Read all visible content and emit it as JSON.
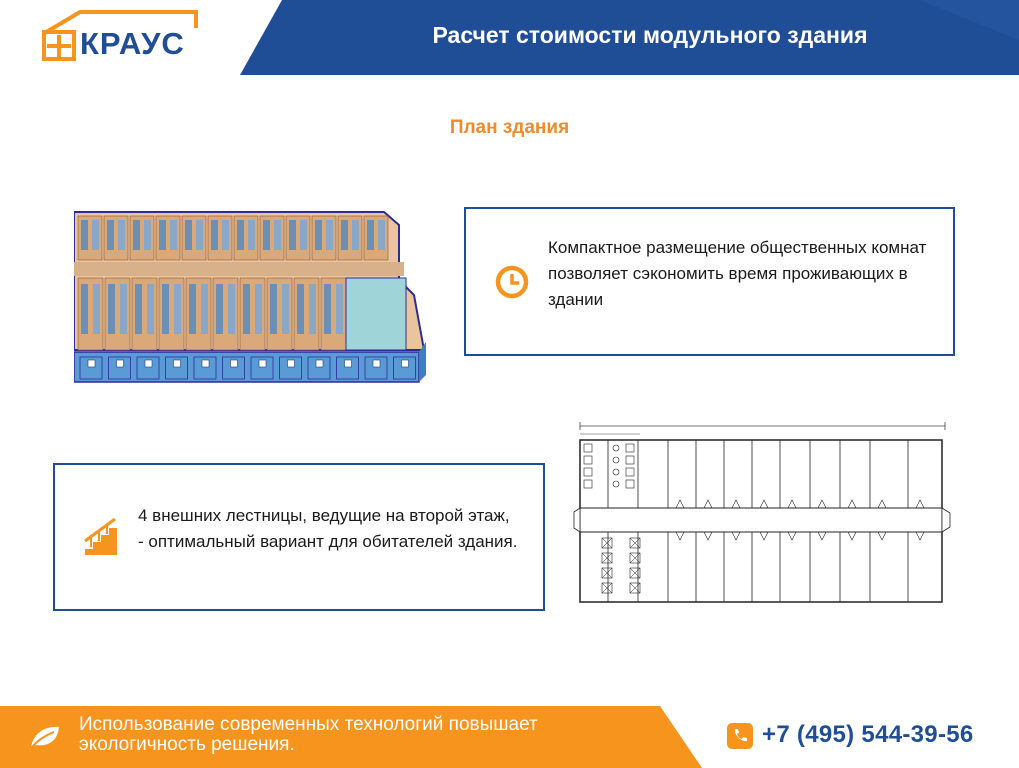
{
  "brand": {
    "logo_text": "КРАУС"
  },
  "header": {
    "title": "Расчет стоимости модульного здания"
  },
  "section": {
    "title": "План здания"
  },
  "features": [
    {
      "icon": "clock-icon",
      "text": "Компактное размещение общественных комнат позволяет сэкономить время проживающих в здании"
    },
    {
      "icon": "stairs-icon",
      "text": "4 внешних лестницы, ведущие на второй этаж, - оптимальный вариант для обитателей здания."
    }
  ],
  "footer": {
    "slogan": "Использование современных технологий повышает экологичность решения.",
    "phone": "+7 (495) 544-39-56"
  },
  "colors": {
    "brand_blue": "#1f4e96",
    "accent_orange": "#f7941d",
    "title_orange": "#f08a2a"
  }
}
